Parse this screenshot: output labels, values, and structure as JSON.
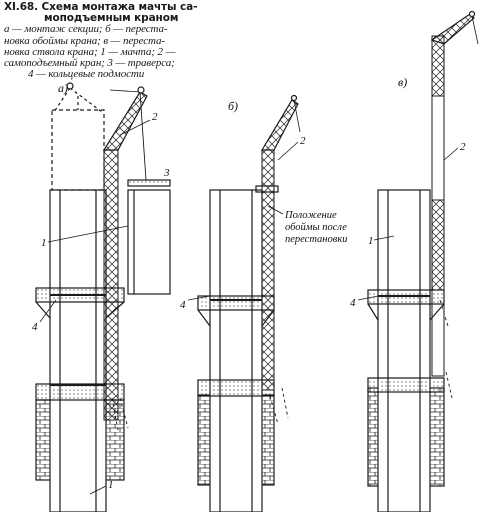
{
  "caption": {
    "title_line1": "XI.68. Схема монтажа мачты са-",
    "title_line2": "моподъемным краном",
    "legend_line1": "а — монтаж секции; б — переста-",
    "legend_line2": "новка обоймы крана; в — переста-",
    "legend_line3": "новка ствола крана; 1 — мачта; 2 —",
    "legend_line4": "самоподъемный кран; 3 — траверса;",
    "legend_line5": "4 — кольцевые подмости"
  },
  "panels": {
    "a": "а)",
    "b": "б)",
    "c": "в)"
  },
  "labels": {
    "a_1_mid": "1",
    "a_1_bottom": "1",
    "a_2": "2",
    "a_3": "3",
    "a_4": "4",
    "b_2": "2",
    "b_4": "4",
    "c_1": "1",
    "c_2": "2",
    "c_4": "4"
  },
  "annotation": {
    "line1": "Положение",
    "line2": "обоймы после",
    "line3": "перестановки"
  }
}
